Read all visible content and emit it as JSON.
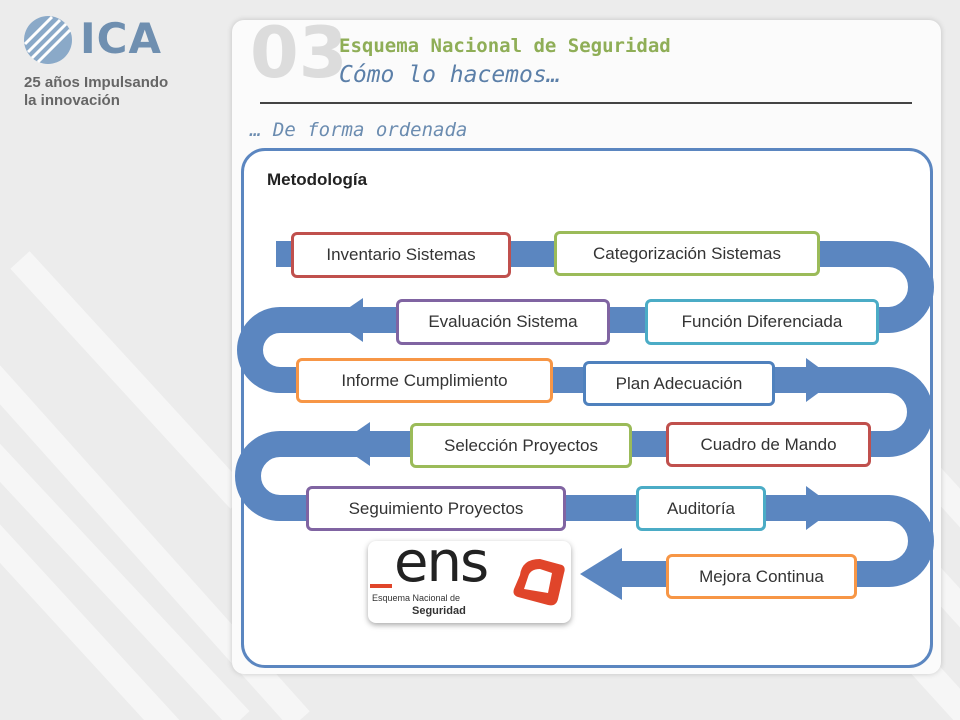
{
  "logo": {
    "name": "ICA",
    "tagline_line1": "25 años Impulsando",
    "tagline_line2": "la innovación"
  },
  "header": {
    "number": "03",
    "title": "Esquema Nacional de Seguridad",
    "subtitle": "Cómo lo hacemos…"
  },
  "intro": "… De forma ordenada",
  "panel": {
    "title": "Metodología"
  },
  "steps": [
    {
      "label": "Inventario Sistemas",
      "color": "#c0504d"
    },
    {
      "label": "Categorización Sistemas",
      "color": "#9bbb59"
    },
    {
      "label": "Función Diferenciada",
      "color": "#4bacc6"
    },
    {
      "label": "Evaluación Sistema",
      "color": "#8064a2"
    },
    {
      "label": "Informe Cumplimiento",
      "color": "#f79646"
    },
    {
      "label": "Plan Adecuación",
      "color": "#4f81bd"
    },
    {
      "label": "Cuadro de Mando",
      "color": "#c0504d"
    },
    {
      "label": "Selección Proyectos",
      "color": "#9bbb59"
    },
    {
      "label": "Seguimiento Proyectos",
      "color": "#8064a2"
    },
    {
      "label": "Auditoría",
      "color": "#4bacc6"
    },
    {
      "label": "Mejora Continua",
      "color": "#f79646"
    }
  ],
  "ens_logo": {
    "word": "ens",
    "line1": "Esquema Nacional de",
    "line2": "Seguridad"
  },
  "colors": {
    "arrow": "#5b86c0",
    "accent_green": "#8fae57",
    "accent_blue": "#5b7fa8"
  }
}
